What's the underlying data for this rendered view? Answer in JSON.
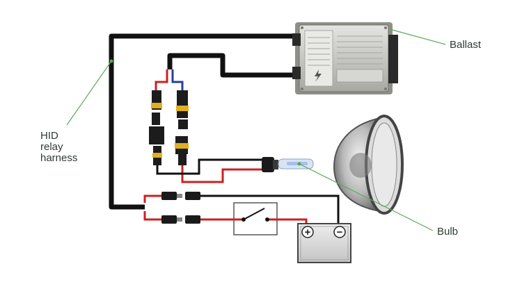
{
  "labels": {
    "ballast": "Ballast",
    "harness_line1": "HID",
    "harness_line2": "relay",
    "harness_line3": "harness",
    "bulb": "Bulb"
  },
  "battery": {
    "positive": "+",
    "negative": "−"
  },
  "colors": {
    "wire_black": "#111111",
    "wire_red": "#cc2020",
    "wire_blue": "#2440a0",
    "callout_green": "#5aa85a",
    "ballast_body": "#c9c9c4",
    "connector_yellow": "#e0b020"
  }
}
